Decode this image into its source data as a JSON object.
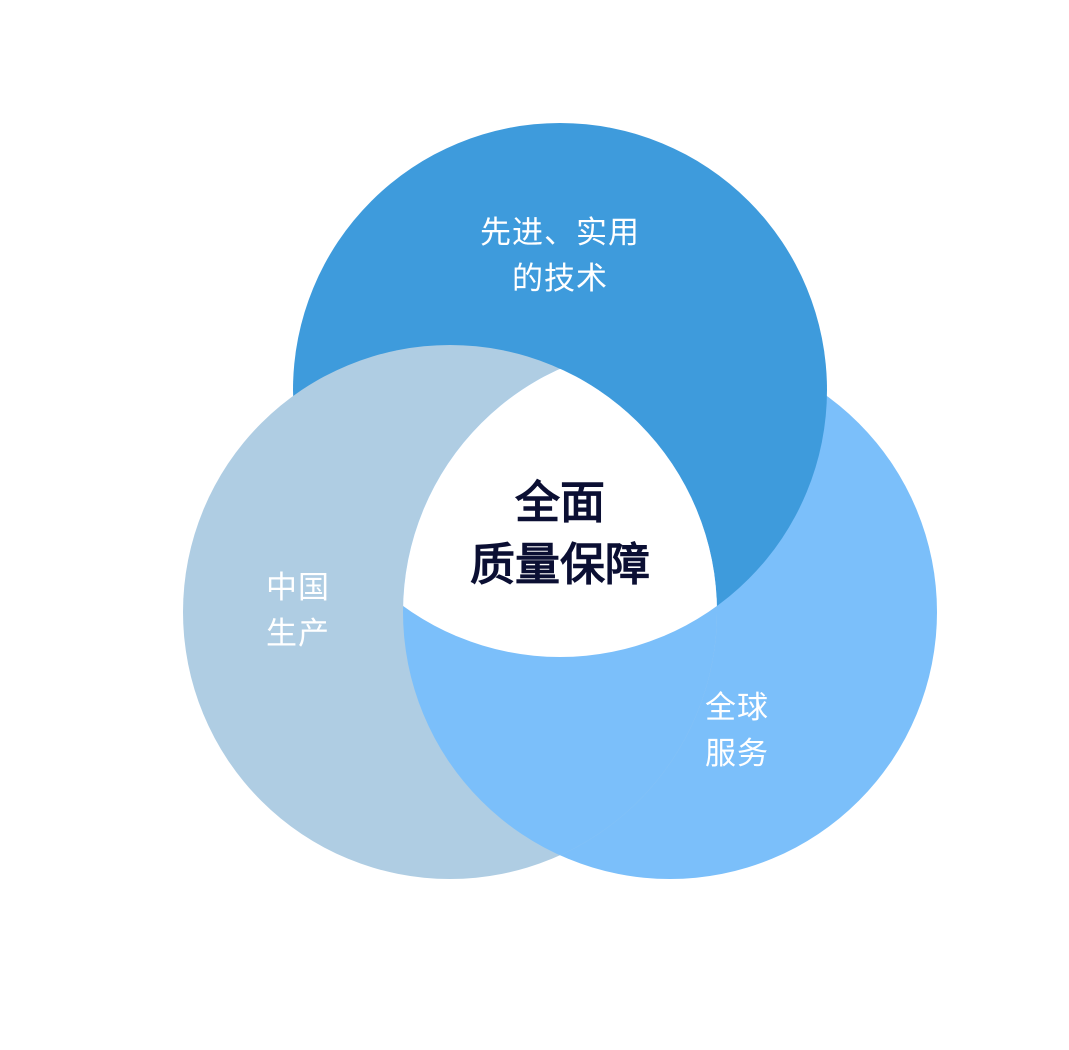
{
  "diagram": {
    "circles": {
      "top": {
        "line1": "先进、实用",
        "line2": "的技术",
        "color": "#3e9bdc"
      },
      "left": {
        "line1": "中国",
        "line2": "生产",
        "color": "#afcde3"
      },
      "right": {
        "line1": "全球",
        "line2": "服务",
        "color": "#7bbffa"
      }
    },
    "center": {
      "line1": "全面",
      "line2": "质量保障",
      "color": "#ffffff",
      "text_color": "#0b0f33"
    }
  }
}
